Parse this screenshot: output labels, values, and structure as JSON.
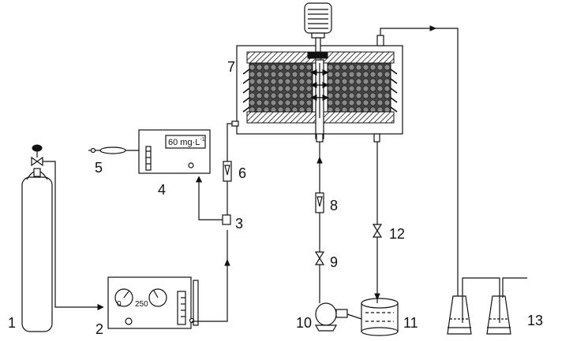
{
  "labels": {
    "l1": "1",
    "l2": "2",
    "l3": "3",
    "l4": "4",
    "l5": "5",
    "l6": "6",
    "l7": "7",
    "l8": "8",
    "l9": "9",
    "l10": "10",
    "l11": "11",
    "l12": "12",
    "l13": "13"
  },
  "ozone_meter": {
    "display": "60 mg·L",
    "superscript": "-1"
  },
  "gauges": {
    "left_text": "0",
    "right_text": "250"
  },
  "colors": {
    "ink": "#111111",
    "packing": "#555555",
    "background": "#ffffff"
  }
}
